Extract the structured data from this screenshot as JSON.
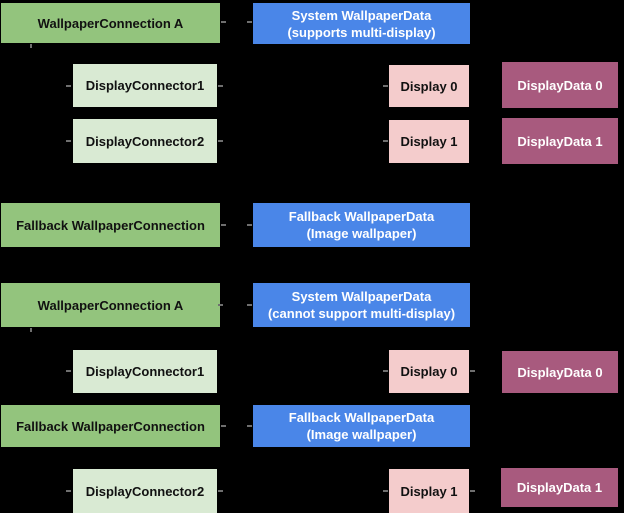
{
  "diagram_title": "Wallpaper connection and display data diagram",
  "colors": {
    "background": "#000000",
    "connection_green": "#93C47D",
    "connector_light_green": "#D9EAD3",
    "wallpaper_data_blue": "#4A86E8",
    "display_pink": "#F4CCCC",
    "display_data_maroon": "#A85A7E",
    "dark_text": "#111111",
    "light_text": "#FFFFFF",
    "connector_tick_gray": "#6F6F6F"
  },
  "nodes": [
    {
      "label": "WallpaperConnection A",
      "variant": "green"
    },
    {
      "label": "System WallpaperData\n(supports multi-display)",
      "variant": "blue"
    },
    {
      "label": "DisplayConnector1",
      "variant": "lightgreen"
    },
    {
      "label": "Display 0",
      "variant": "pink"
    },
    {
      "label": "DisplayData 0",
      "variant": "maroon"
    },
    {
      "label": "DisplayConnector2",
      "variant": "lightgreen"
    },
    {
      "label": "Display 1",
      "variant": "pink"
    },
    {
      "label": "DisplayData 1",
      "variant": "maroon"
    },
    {
      "label": "Fallback WallpaperConnection",
      "variant": "green"
    },
    {
      "label": "Fallback WallpaperData\n(Image wallpaper)",
      "variant": "blue"
    },
    {
      "label": "WallpaperConnection A",
      "variant": "green"
    },
    {
      "label": "System WallpaperData\n(cannot support multi-display)",
      "variant": "blue"
    },
    {
      "label": "DisplayConnector1",
      "variant": "lightgreen"
    },
    {
      "label": "Display 0",
      "variant": "pink"
    },
    {
      "label": "DisplayData 0",
      "variant": "maroon"
    },
    {
      "label": "Fallback WallpaperConnection",
      "variant": "green"
    },
    {
      "label": "Fallback WallpaperData\n(Image wallpaper)",
      "variant": "blue"
    },
    {
      "label": "DisplayConnector2",
      "variant": "lightgreen"
    },
    {
      "label": "Display 1",
      "variant": "pink"
    },
    {
      "label": "DisplayData 1",
      "variant": "maroon"
    }
  ]
}
